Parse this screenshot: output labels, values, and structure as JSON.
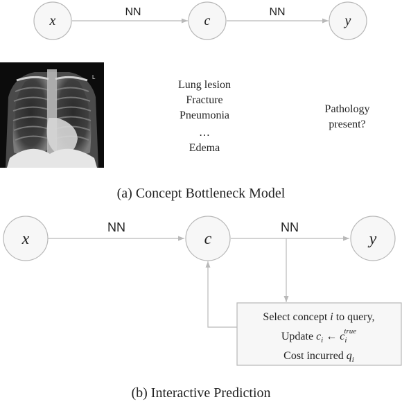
{
  "panel_a": {
    "nodes": {
      "x": "x",
      "c": "c",
      "y": "y"
    },
    "edge_labels": {
      "x_to_c": "NN",
      "c_to_y": "NN"
    },
    "concepts": [
      "Lung lesion",
      "Fracture",
      "Pneumonia",
      "…",
      "Edema"
    ],
    "target_label": [
      "Pathology",
      "present?"
    ],
    "caption": "(a) Concept Bottleneck Model"
  },
  "panel_b": {
    "nodes": {
      "x": "x",
      "c": "c",
      "y": "y"
    },
    "edge_labels": {
      "x_to_c": "NN",
      "c_to_y": "NN"
    },
    "query_box": {
      "line1_pre": "Select concept ",
      "line1_var": "i",
      "line1_post": " to query,",
      "line2_pre": "Update ",
      "line2_lhs": "c",
      "line2_lhs_sub": "i",
      "line2_arrow": " ← ",
      "line2_rhs": "c",
      "line2_rhs_sub": "i",
      "line2_rhs_sup": "true",
      "line3_pre": "Cost incurred ",
      "line3_var": "q",
      "line3_sub": "i"
    },
    "caption": "(b) Interactive Prediction"
  }
}
